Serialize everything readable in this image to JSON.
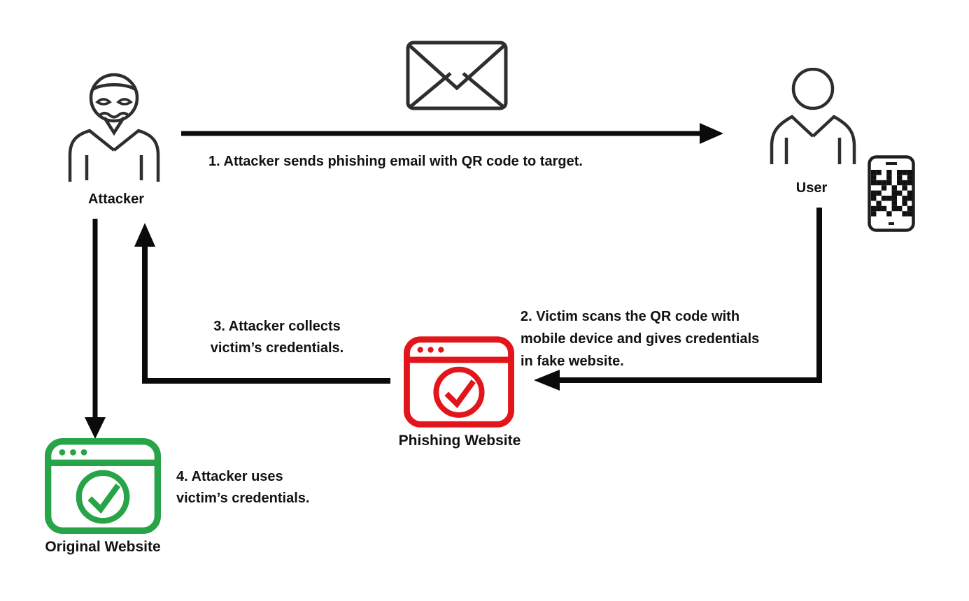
{
  "nodes": {
    "attacker": {
      "label": "Attacker"
    },
    "user": {
      "label": "User"
    },
    "phishing_website": {
      "label": "Phishing Website"
    },
    "original_website": {
      "label": "Original Website"
    }
  },
  "steps": {
    "step1": "1. Attacker sends phishing email with QR code to target.",
    "step2": "2. Victim scans the QR code with\nmobile device and gives credentials\nin fake website.",
    "step3": "3. Attacker collects\nvictim’s credentials.",
    "step4": "4. Attacker uses\nvictim’s credentials."
  },
  "icons": {
    "attacker": "masked-attacker-icon",
    "email": "envelope-icon",
    "user": "person-icon",
    "qr_phone": "smartphone-qr-code-icon",
    "phishing_site": "browser-window-check-icon",
    "original_site": "browser-window-check-icon"
  },
  "colors": {
    "ink": "#121212",
    "line": "#0b0b0b",
    "icon": "#2e2e2e",
    "red": "#e2151b",
    "green": "#27a448"
  }
}
